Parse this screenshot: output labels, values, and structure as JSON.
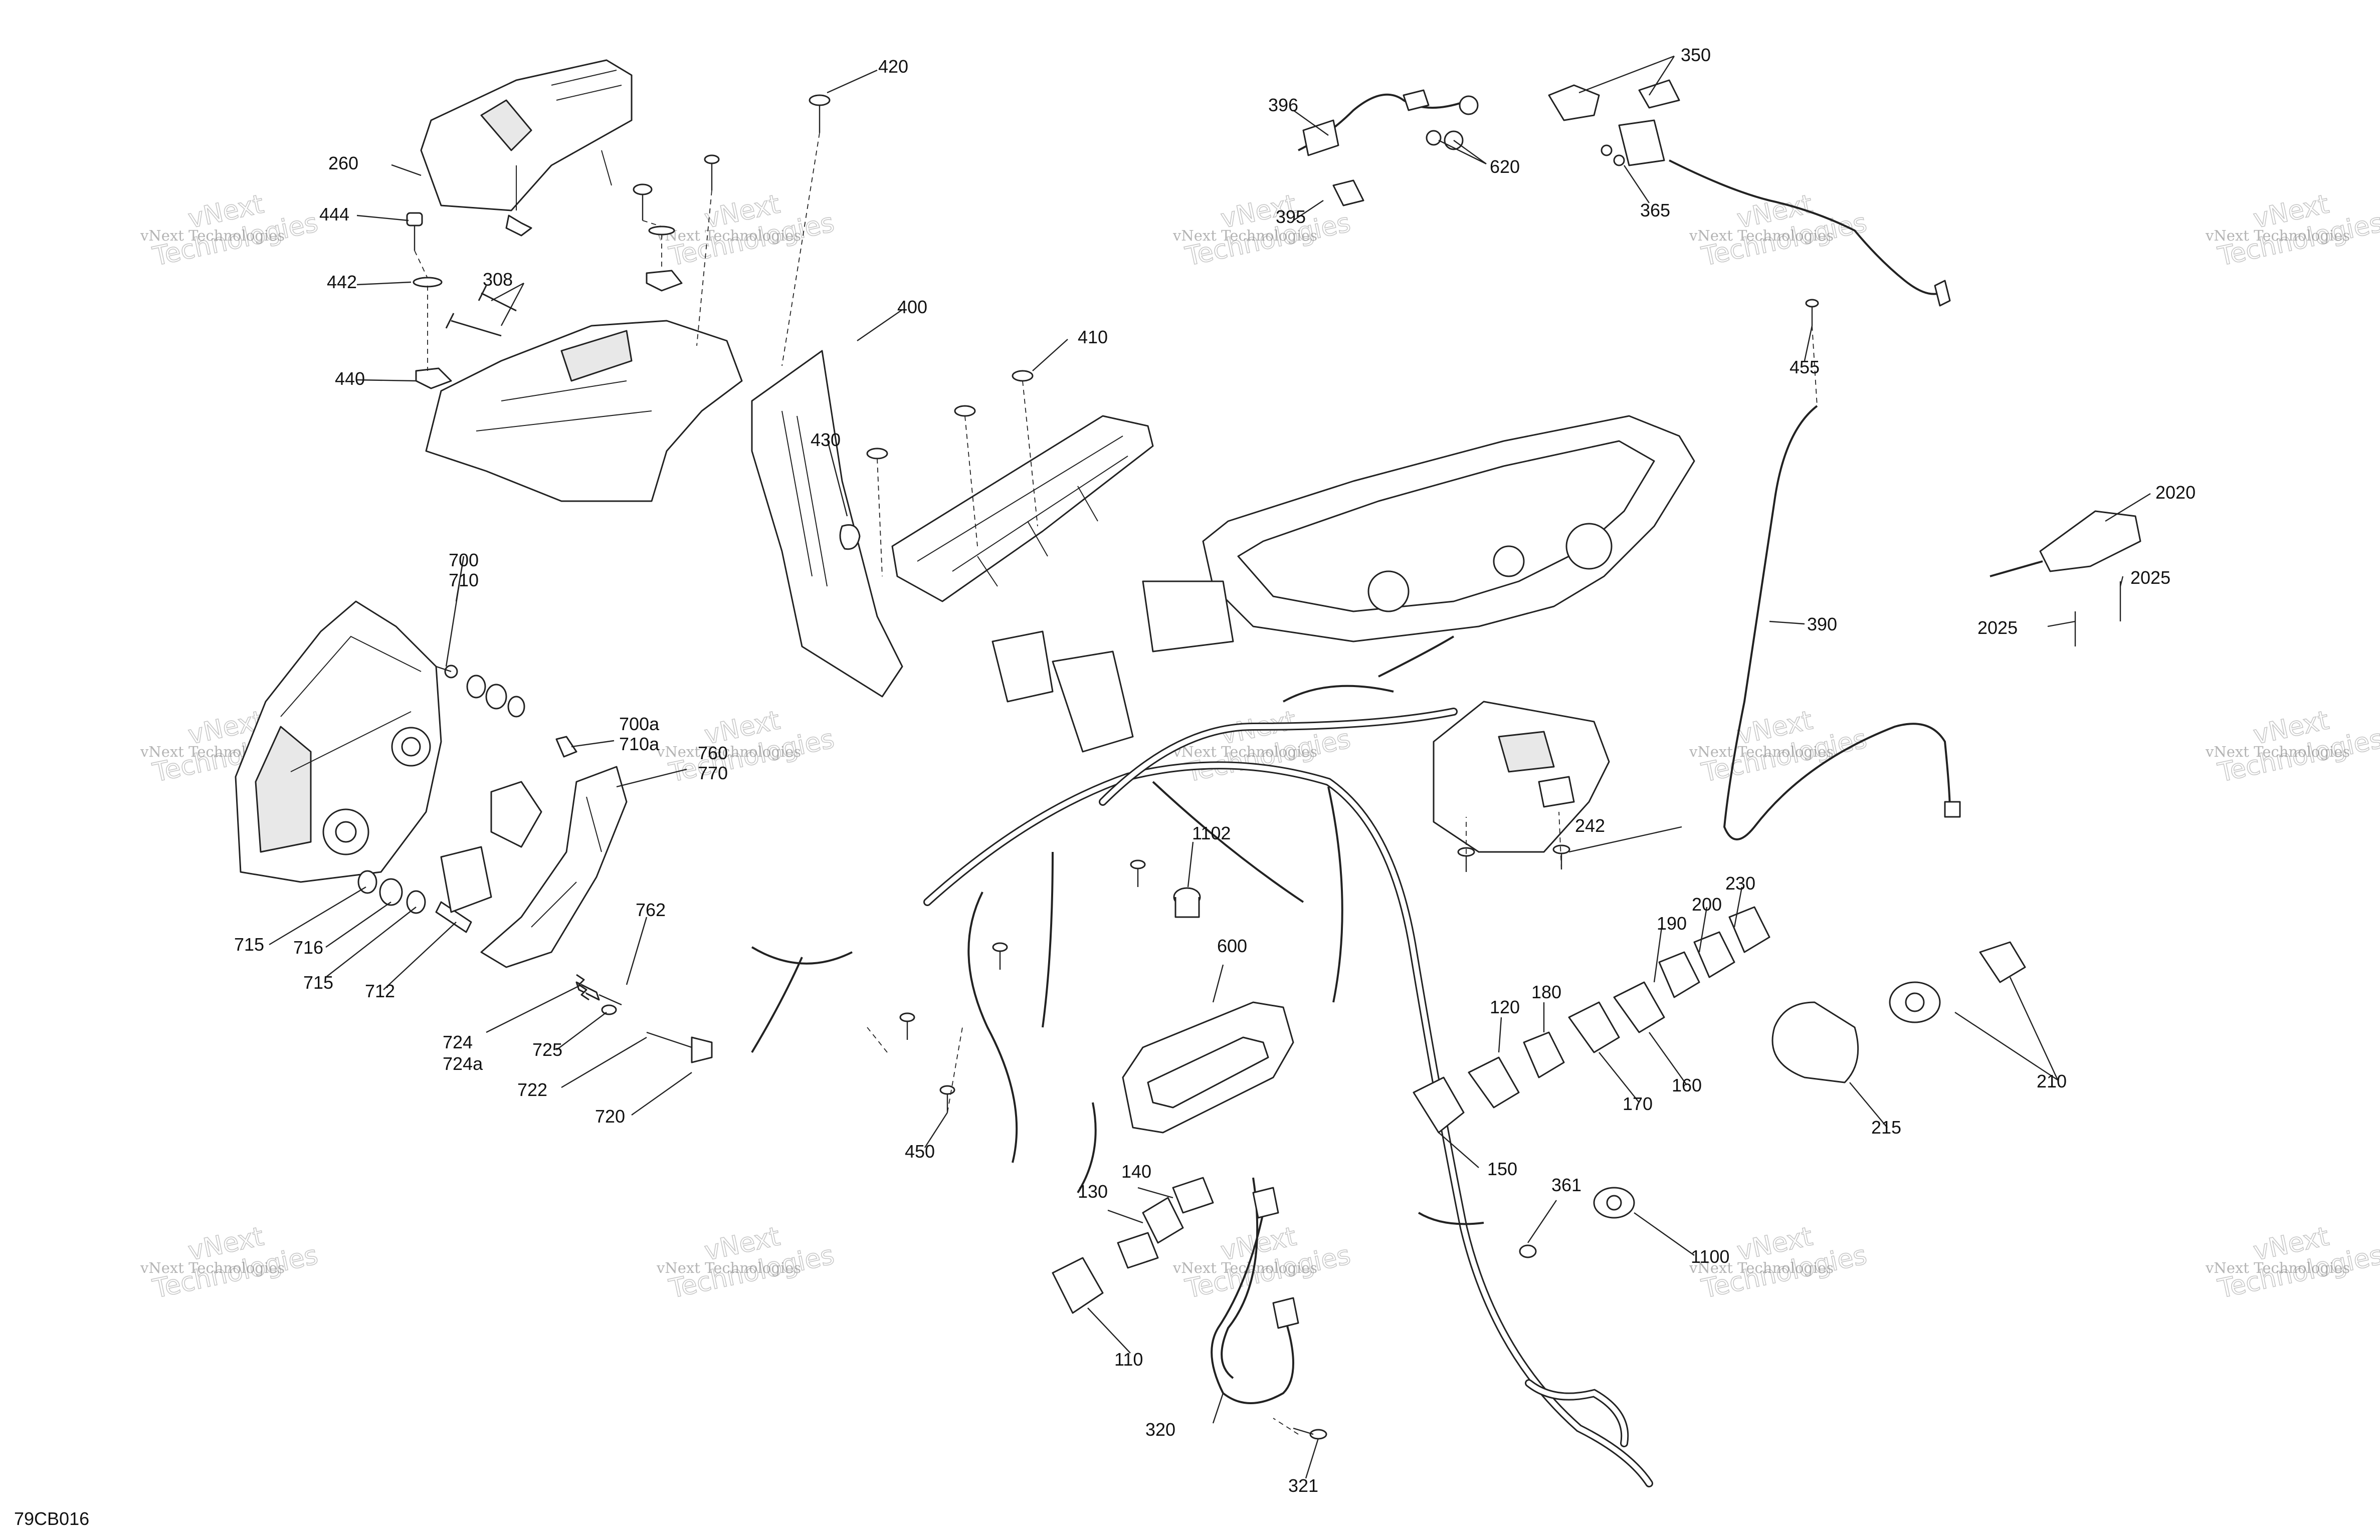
{
  "diagram_id": "79CB016",
  "watermark": {
    "line1": "vNext Technologies",
    "line2": "vNext",
    "line3": "Technologies"
  },
  "callouts": [
    "260",
    "444",
    "442",
    "308",
    "440",
    "420",
    "400",
    "410",
    "430",
    "700",
    "710",
    "700a",
    "710a",
    "760",
    "770",
    "715",
    "716",
    "715",
    "712",
    "762",
    "724",
    "724a",
    "725",
    "722",
    "720",
    "396",
    "395",
    "620",
    "350",
    "365",
    "455",
    "390",
    "2020",
    "2025",
    "2025",
    "1102",
    "600",
    "242",
    "450",
    "120",
    "180",
    "190",
    "200",
    "230",
    "150",
    "170",
    "160",
    "210",
    "215",
    "130",
    "140",
    "110",
    "361",
    "1100",
    "320",
    "321"
  ]
}
